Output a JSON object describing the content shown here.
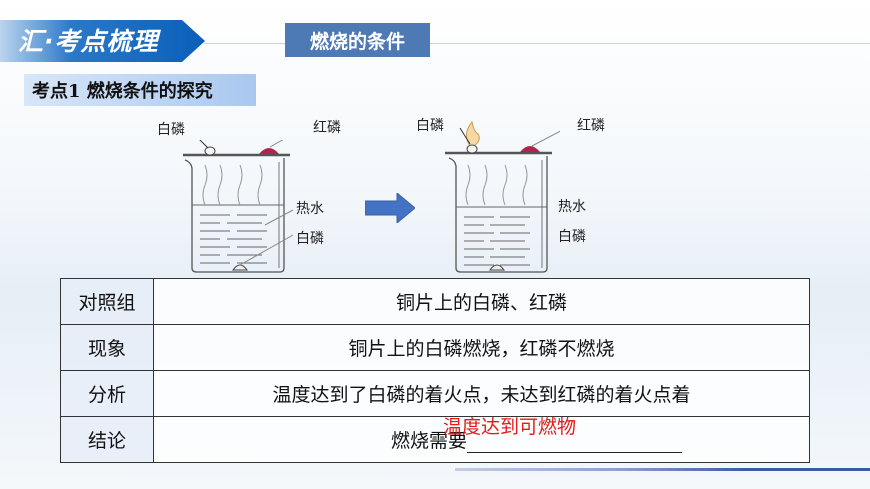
{
  "header": {
    "section_title": "汇·考点梳理",
    "topic_title": "燃烧的条件",
    "subtitle": "考点1 燃烧条件的探究"
  },
  "diagram": {
    "before": {
      "white_p_top": "白磷",
      "red_p": "红磷",
      "hot_water": "热水",
      "white_p_water": "白磷"
    },
    "after": {
      "white_p_top": "白磷",
      "red_p": "红磷",
      "hot_water": "热水",
      "white_p_water": "白磷"
    },
    "colors": {
      "arrow": "#4472c4",
      "red_phosphorus": "#b0244f",
      "flame": "#e8b66a"
    }
  },
  "table": {
    "rows": [
      {
        "label": "对照组",
        "content": "铜片上的白磷、红磷"
      },
      {
        "label": "现象",
        "content": "铜片上的白磷燃烧，红磷不燃烧"
      },
      {
        "label": "分析",
        "content": "温度达到了白磷的着火点，未达到红磷的着火点着"
      },
      {
        "label": "结论",
        "content": "燃烧需要"
      }
    ],
    "answer": "温度达到可燃物"
  }
}
